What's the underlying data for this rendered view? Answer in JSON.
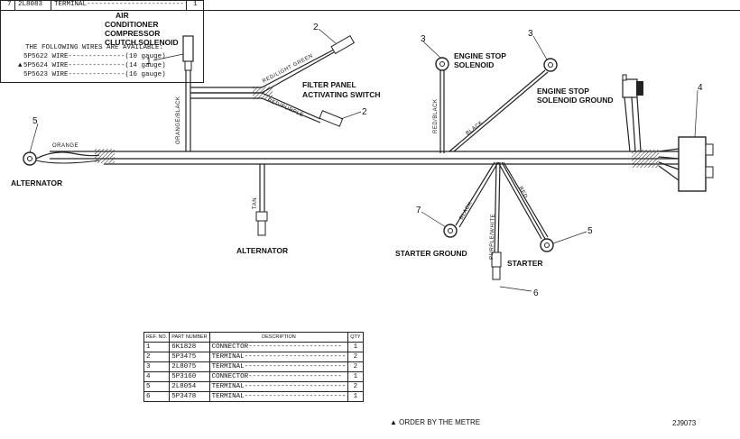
{
  "labels": {
    "ac_line1": "AIR",
    "ac_line2": "CONDITIONER",
    "ac_line3": "COMPRESSOR",
    "ac_line4": "CLUTCH SOLENOID",
    "filter_line1": "FILTER PANEL",
    "filter_line2": "ACTIVATING SWITCH",
    "engine_stop_line1": "ENGINE STOP",
    "engine_stop_line2": "SOLENOID",
    "engine_ground_line1": "ENGINE STOP",
    "engine_ground_line2": "SOLENOID GROUND",
    "alternator_left": "ALTERNATOR",
    "alternator_bottom": "ALTERNATOR",
    "starter_ground": "STARTER GROUND",
    "starter": "STARTER"
  },
  "wire_colors": {
    "orange": "ORANGE",
    "orange_black": "ORANGE/BLACK",
    "red_light_green": "RED/LIGHT GREEN",
    "red_purple": "RED/PURPLE",
    "red_black": "RED/BLACK",
    "black_upper": "BLACK",
    "tan": "TAN",
    "black_lower": "BLACK",
    "purple_white": "PURPLE/WHITE",
    "red": "RED"
  },
  "callouts": {
    "c1": "1",
    "c2a": "2",
    "c2b": "2",
    "c3a": "3",
    "c3b": "3",
    "c4": "4",
    "c5a": "5",
    "c5b": "5",
    "c6": "6",
    "c7": "7"
  },
  "parts_table": {
    "headers": {
      "ref": "REF. NO.",
      "part": "PART NUMBER",
      "desc": "DESCRIPTION",
      "qty": "QTY"
    },
    "rows": [
      {
        "ref": "1",
        "part": "6K1828",
        "desc": "CONNECTOR-----------------------",
        "qty": "1"
      },
      {
        "ref": "2",
        "part": "5P3475",
        "desc": "TERMINAL-------------------------",
        "qty": "2"
      },
      {
        "ref": "3",
        "part": "2L8075",
        "desc": "TERMINAL-------------------------",
        "qty": "2"
      },
      {
        "ref": "4",
        "part": "5P3160",
        "desc": "CONNECTOR-----------------------",
        "qty": "1"
      },
      {
        "ref": "5",
        "part": "2L8054",
        "desc": "TERMINAL-------------------------",
        "qty": "2"
      },
      {
        "ref": "6",
        "part": "5P3478",
        "desc": "TERMINAL-------------------------",
        "qty": "1"
      }
    ]
  },
  "parts_table_right": {
    "row7": {
      "ref": "7",
      "part": "2L8083",
      "desc": "TERMINAL------------------------",
      "qty": "1"
    },
    "avail_title": "THE FOLLOWING WIRES ARE AVAILABLE:",
    "wires": [
      {
        "mark": "",
        "part": "5P5622",
        "desc": "WIRE",
        "gauge": "--------------(10 gauge)"
      },
      {
        "mark": "▲",
        "part": "5P5624",
        "desc": "WIRE",
        "gauge": "--------------(14 gauge)"
      },
      {
        "mark": "",
        "part": "5P5623",
        "desc": "WIRE",
        "gauge": "--------------(16 gauge)"
      }
    ]
  },
  "footnote": "▲ ORDER BY THE METRE",
  "drawing_number": "2J9073"
}
